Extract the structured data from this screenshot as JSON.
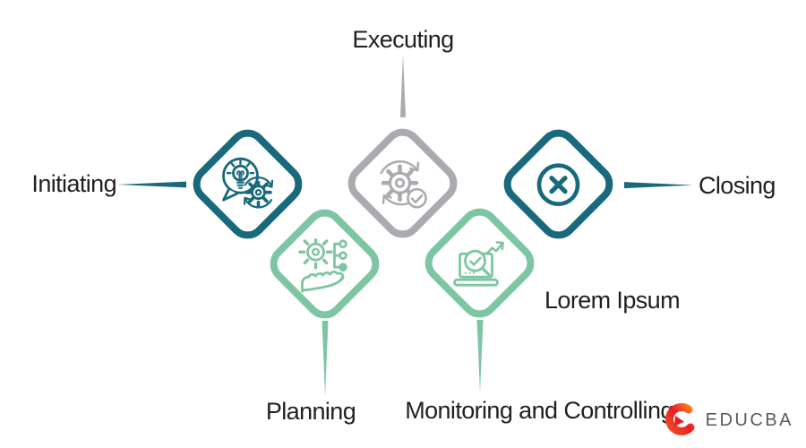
{
  "diagram": {
    "nodes": [
      {
        "id": "initiating",
        "label": "Initiating",
        "color": "#17697b",
        "icon": "idea-speech-bubble-gear-icon"
      },
      {
        "id": "planning",
        "label": "Planning",
        "color": "#7ec6a3",
        "icon": "hand-gear-network-icon"
      },
      {
        "id": "executing",
        "label": "Executing",
        "color": "#a9abae",
        "icon": "gear-sync-check-icon"
      },
      {
        "id": "monitoring",
        "label": "Monitoring and Controlling",
        "color": "#7ec6a3",
        "icon": "laptop-magnifier-trend-icon"
      },
      {
        "id": "closing",
        "label": "Closing",
        "color": "#17697b",
        "icon": "close-circle-icon"
      }
    ],
    "extra_label": "Lorem Ipsum",
    "label_text_color": "#231f20"
  },
  "branding": {
    "logo_text": "EDUCBA",
    "logo_mark": "educba-swirl-icon",
    "logo_text_color": "#595a5c",
    "logo_red": "#ed1c24",
    "logo_orange": "#f58220"
  }
}
